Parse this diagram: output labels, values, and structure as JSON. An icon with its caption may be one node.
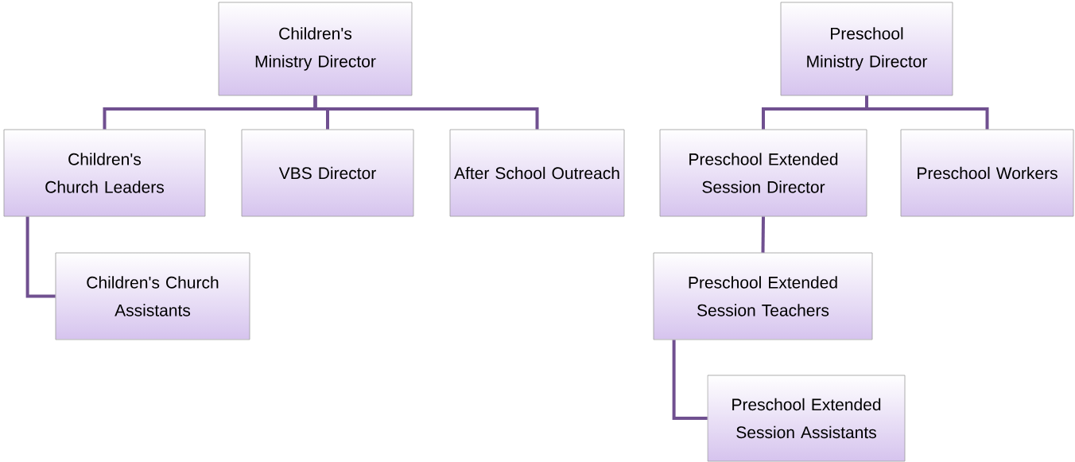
{
  "diagram": {
    "nodes": [
      {
        "text": [
          "Children's Ministry Director"
        ]
      },
      {
        "text": [
          "Children's Church Leaders"
        ]
      },
      {
        "text": [
          "VBS Director"
        ]
      },
      {
        "text": [
          "After School Outreach"
        ]
      },
      {
        "text": [
          "Children's Church Assistants"
        ]
      },
      {
        "text": [
          "Preschool Ministry Director"
        ]
      },
      {
        "text": [
          "Preschool Extended Session Director"
        ]
      },
      {
        "text": [
          "Preschool Workers"
        ]
      },
      {
        "text": [
          "Preschool Extended Session Teachers"
        ]
      },
      {
        "text": [
          "Preschool Extended Session Assistants"
        ]
      }
    ],
    "edges": [
      {
        "from": 0,
        "to": 1,
        "arrow": "none"
      },
      {
        "from": 0,
        "to": 2,
        "arrow": "none"
      },
      {
        "from": 0,
        "to": 3,
        "arrow": "none"
      },
      {
        "from": 1,
        "to": 4,
        "arrow": "none"
      },
      {
        "from": 5,
        "to": 6,
        "arrow": "none"
      },
      {
        "from": 5,
        "to": 7,
        "arrow": "none"
      },
      {
        "from": 6,
        "to": 8,
        "arrow": "none"
      },
      {
        "from": 8,
        "to": 9,
        "arrow": "none"
      }
    ]
  }
}
